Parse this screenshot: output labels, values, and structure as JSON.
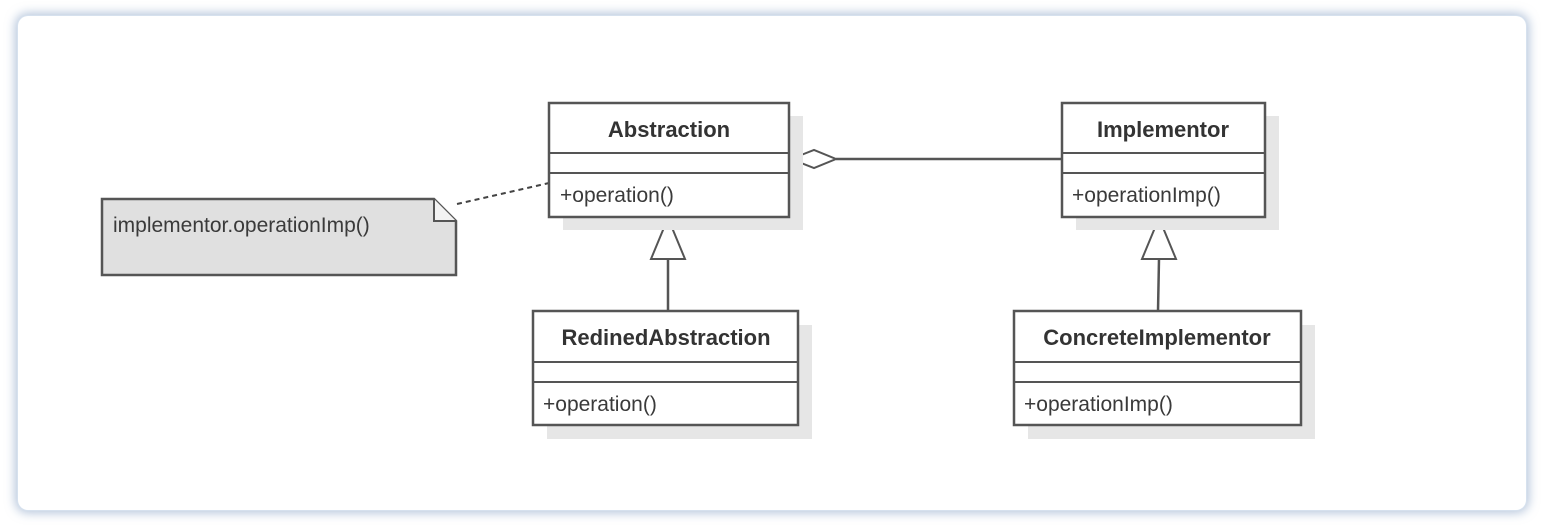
{
  "diagram": {
    "classes": {
      "abstraction": {
        "name": "Abstraction",
        "operation": "+operation()"
      },
      "implementor": {
        "name": "Implementor",
        "operation": "+operationImp()"
      },
      "refined": {
        "name": "RedinedAbstraction",
        "operation": "+operation()"
      },
      "concrete": {
        "name": "ConcreteImplementor",
        "operation": "+operationImp()"
      }
    },
    "note": {
      "text": "implementor.operationImp()"
    },
    "colors": {
      "border": "#555555",
      "shadow": "#e6e6e6",
      "note_fill": "#e0e0e0",
      "text": "#333333",
      "frame_glow": "#7896be"
    }
  }
}
